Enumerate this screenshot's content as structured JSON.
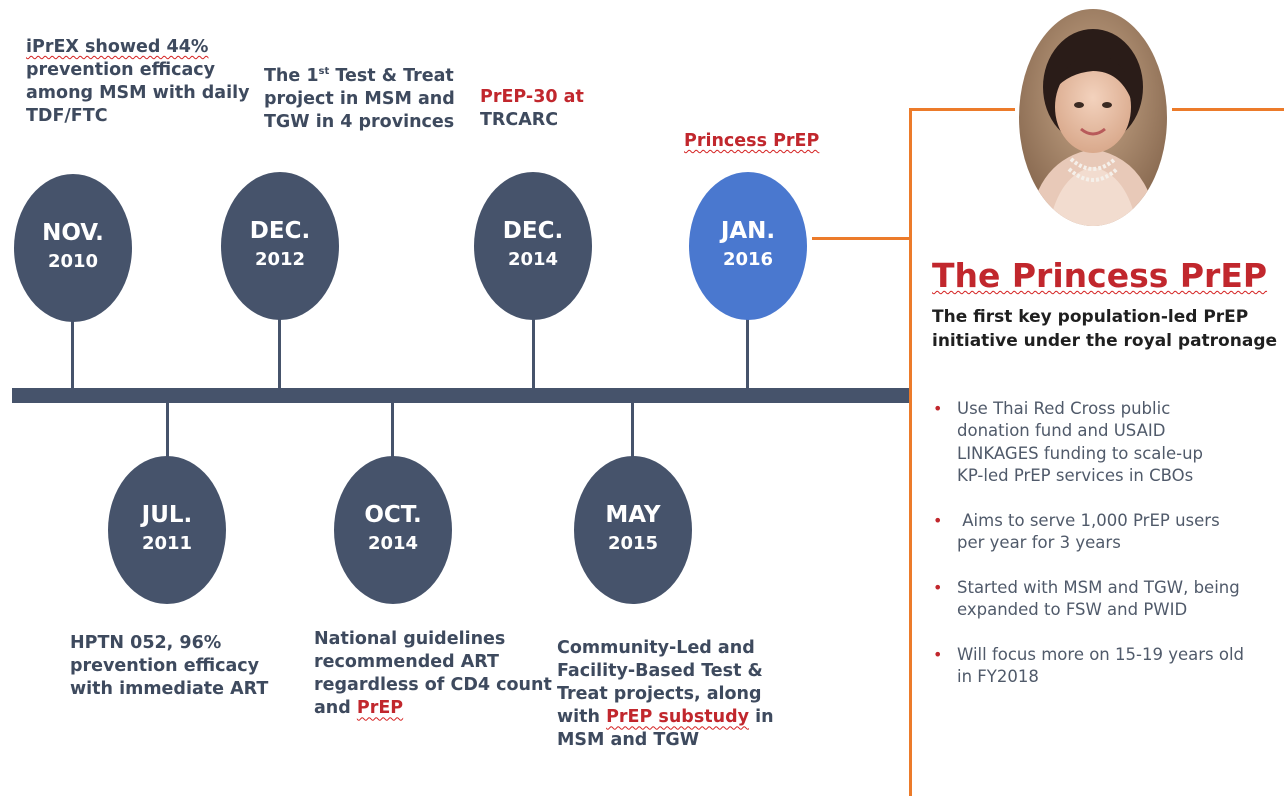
{
  "colors": {
    "node": "#46536b",
    "node_highlight": "#4a78cf",
    "accent_red": "#c1272d",
    "connector_orange": "#ec7b2a"
  },
  "events_above": [
    {
      "month": "NOV.",
      "year": "2010",
      "desc": [
        "iPrEX showed 44%",
        "prevention efficacy",
        "among MSM with daily",
        "TDF/FTC"
      ]
    },
    {
      "month": "DEC.",
      "year": "2012",
      "desc_parts": [
        "The 1",
        "st",
        " Test & Treat"
      ],
      "desc": [
        "project in MSM and",
        "TGW in 4 provinces"
      ]
    },
    {
      "month": "DEC.",
      "year": "2014",
      "desc": [
        "PrEP-30 at",
        "TRCARC"
      ]
    },
    {
      "month": "JAN.",
      "year": "2016",
      "desc": [
        "Princess PrEP"
      ]
    }
  ],
  "events_below": [
    {
      "month": "JUL.",
      "year": "2011",
      "desc": [
        "HPTN 052, 96%",
        "prevention efficacy",
        "with immediate ART"
      ]
    },
    {
      "month": "OCT.",
      "year": "2014",
      "desc": [
        "National guidelines",
        "recommended ART",
        "regardless of CD4 count",
        "and ",
        "PrEP"
      ]
    },
    {
      "month": "MAY",
      "year": "2015",
      "desc": [
        "Community-Led and",
        "Facility-Based Test &",
        "Treat projects, along",
        "with ",
        "PrEP substudy",
        " in",
        "MSM and TGW"
      ]
    }
  ],
  "panel": {
    "photo_icon": "portrait-photo",
    "title": "The Princess PrEP",
    "subtitle": [
      "The first key population-led PrEP",
      "initiative under the royal patronage"
    ],
    "bullet_marker": "•",
    "bullets": [
      [
        "Use Thai Red Cross public",
        "donation fund and USAID",
        "LINKAGES funding to scale-up",
        "KP-led PrEP services in CBOs"
      ],
      [
        " Aims to serve 1,000 PrEP users",
        "per year for 3 years"
      ],
      [
        "Started with MSM and TGW, being",
        "expanded to FSW and PWID"
      ],
      [
        "Will focus more on 15-19 years old",
        "in FY2018"
      ]
    ]
  }
}
